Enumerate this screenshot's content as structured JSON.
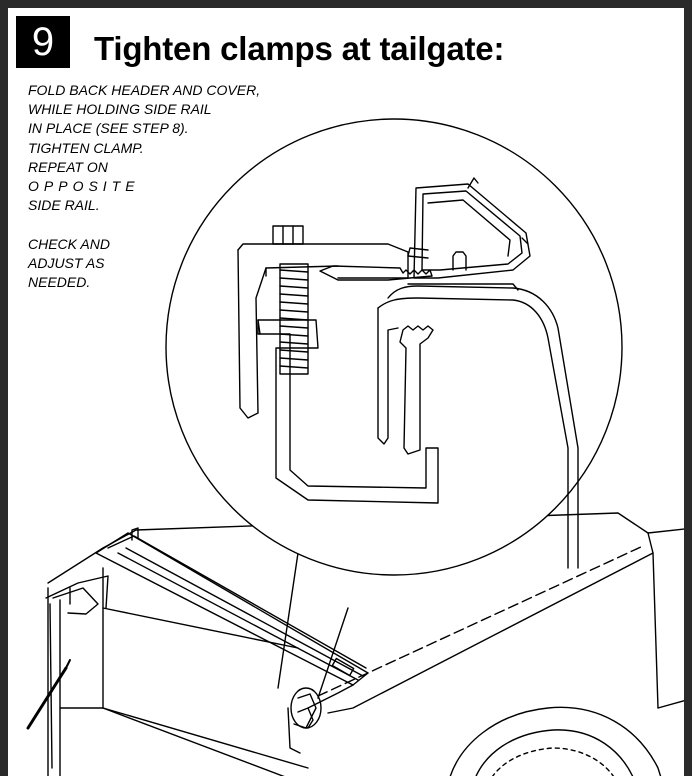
{
  "step": {
    "number": "9",
    "title": "Tighten clamps at tailgate:"
  },
  "instructions": {
    "line1": "FOLD BACK HEADER AND COVER,",
    "line2": "WHILE HOLDING SIDE RAIL",
    "line3": "IN PLACE (SEE STEP 8).",
    "line4": "TIGHTEN CLAMP.",
    "line5": "REPEAT ON",
    "line6": "OPPOSITE",
    "line7": "SIDE RAIL.",
    "line8": "CHECK AND",
    "line9": "ADJUST AS",
    "line10": "NEEDED."
  },
  "colors": {
    "ink": "#000000",
    "frame": "#2a2a2a",
    "paper": "#ffffff"
  }
}
